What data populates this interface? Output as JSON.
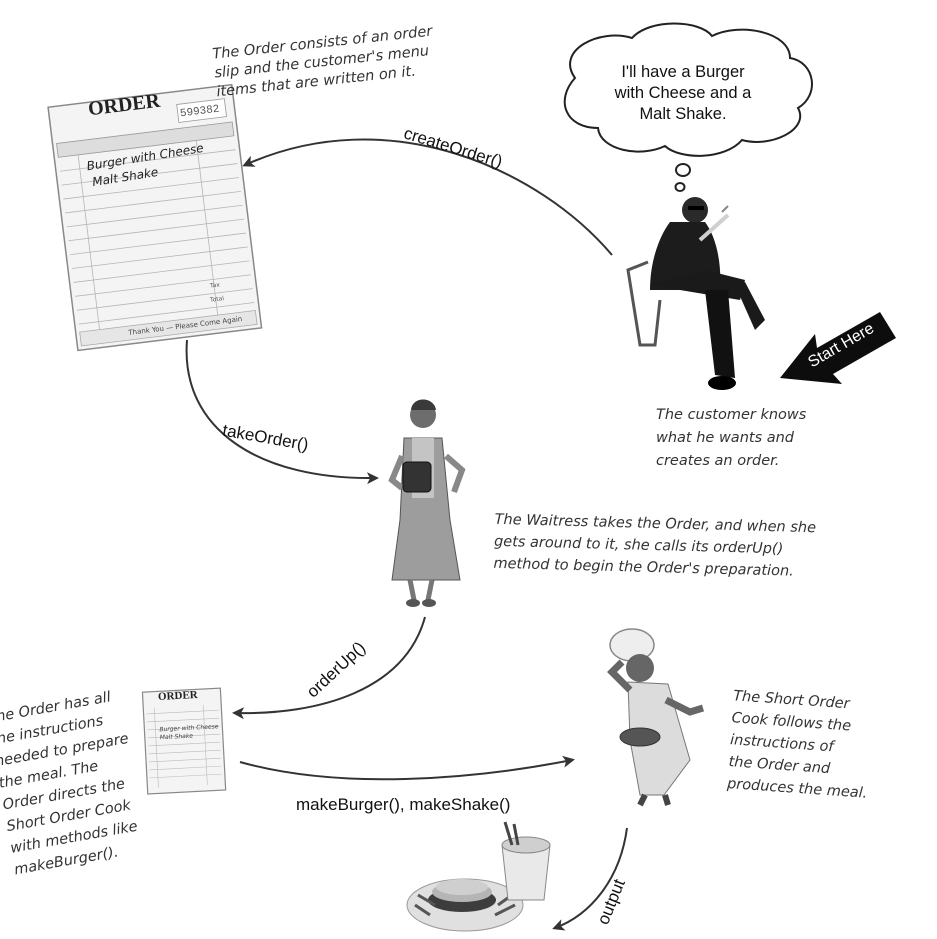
{
  "bubble": {
    "text": "I'll have a Burger\nwith Cheese and a\nMalt Shake."
  },
  "badge": {
    "text": "Start Here"
  },
  "labels": {
    "create_order": "createOrder()",
    "take_order": "takeOrder()",
    "order_up": "orderUp()",
    "make_methods": "makeBurger(), makeShake()",
    "output": "output"
  },
  "notes": {
    "order": "The Order consists of an order\nslip and the customer's menu\nitems that are written on it.",
    "customer": "The customer knows\nwhat he wants and\ncreates an order.",
    "waitress": "The Waitress takes the Order, and when she\ngets around to it, she calls its orderUp()\nmethod to begin the Order's preparation.",
    "order_instructions": "The Order has all\nthe instructions\nneeded to prepare\nthe meal.  The\nOrder directs the\nShort Order Cook\nwith methods like\nmakeBurger().",
    "cook": "The Short Order\nCook follows the\ninstructions of\nthe Order and\nproduces the meal."
  },
  "order_slip": {
    "title": "ORDER",
    "number": "599382",
    "line1": "Burger with Cheese",
    "line2": "Malt Shake",
    "footer": "Thank You — Please Come Again",
    "tax": "Tax",
    "total": "Total"
  },
  "small_slip": {
    "title": "ORDER"
  }
}
